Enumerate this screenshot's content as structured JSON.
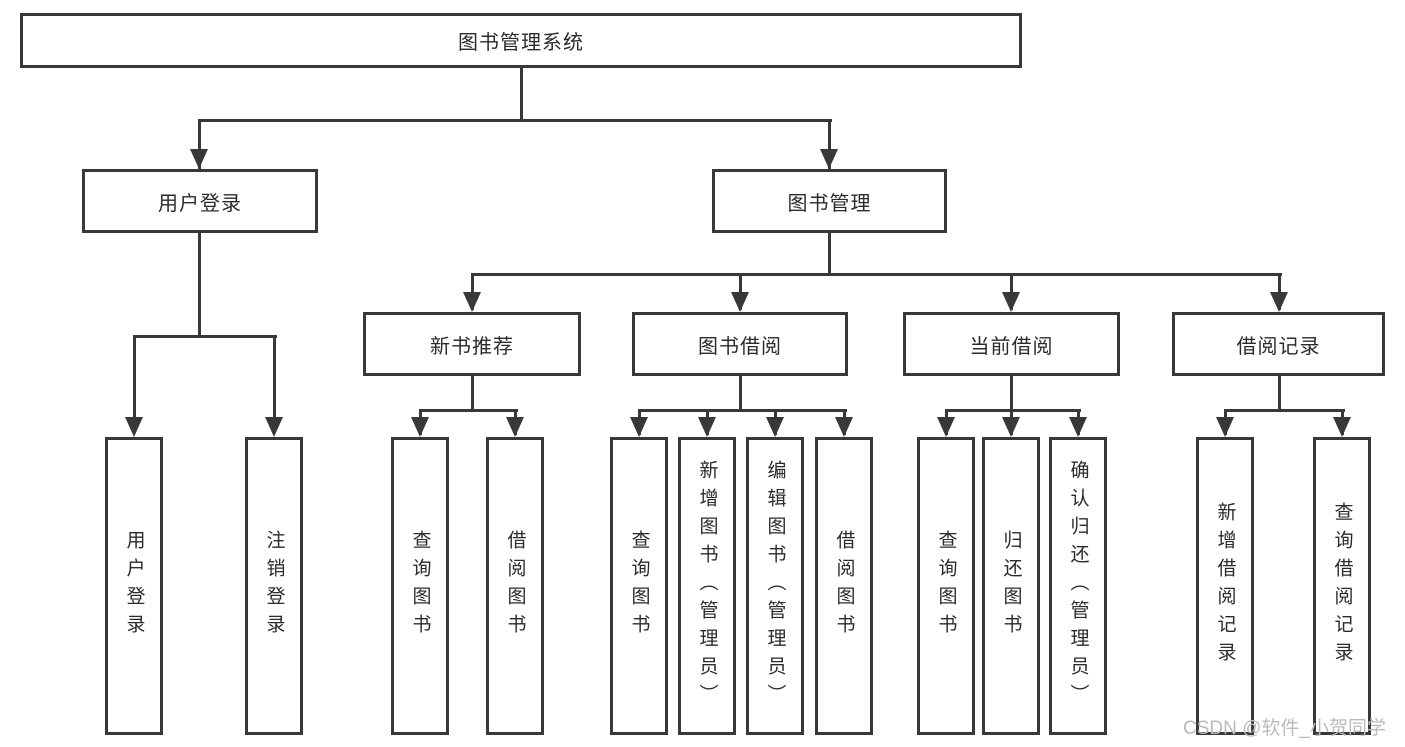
{
  "diagram": {
    "root": {
      "label": "图书管理系统"
    },
    "branches": [
      {
        "label": "用户登录",
        "children": [
          "用户登录",
          "注销登录"
        ]
      },
      {
        "label": "图书管理",
        "sections": [
          {
            "label": "新书推荐",
            "children": [
              "查询图书",
              "借阅图书"
            ]
          },
          {
            "label": "图书借阅",
            "children": [
              "查询图书",
              "新增图书（管理员）",
              "编辑图书（管理员）",
              "借阅图书"
            ]
          },
          {
            "label": "当前借阅",
            "children": [
              "查询图书",
              "归还图书",
              "确认归还（管理员）"
            ]
          },
          {
            "label": "借阅记录",
            "children": [
              "新增借阅记录",
              "查询借阅记录"
            ]
          }
        ]
      }
    ]
  },
  "watermark": {
    "text": "CSDN @软件_小贺同学"
  },
  "colors": {
    "line": "#383838",
    "text": "#2b2b2b",
    "background": "#ffffff",
    "watermark": "#b7bcc1"
  }
}
